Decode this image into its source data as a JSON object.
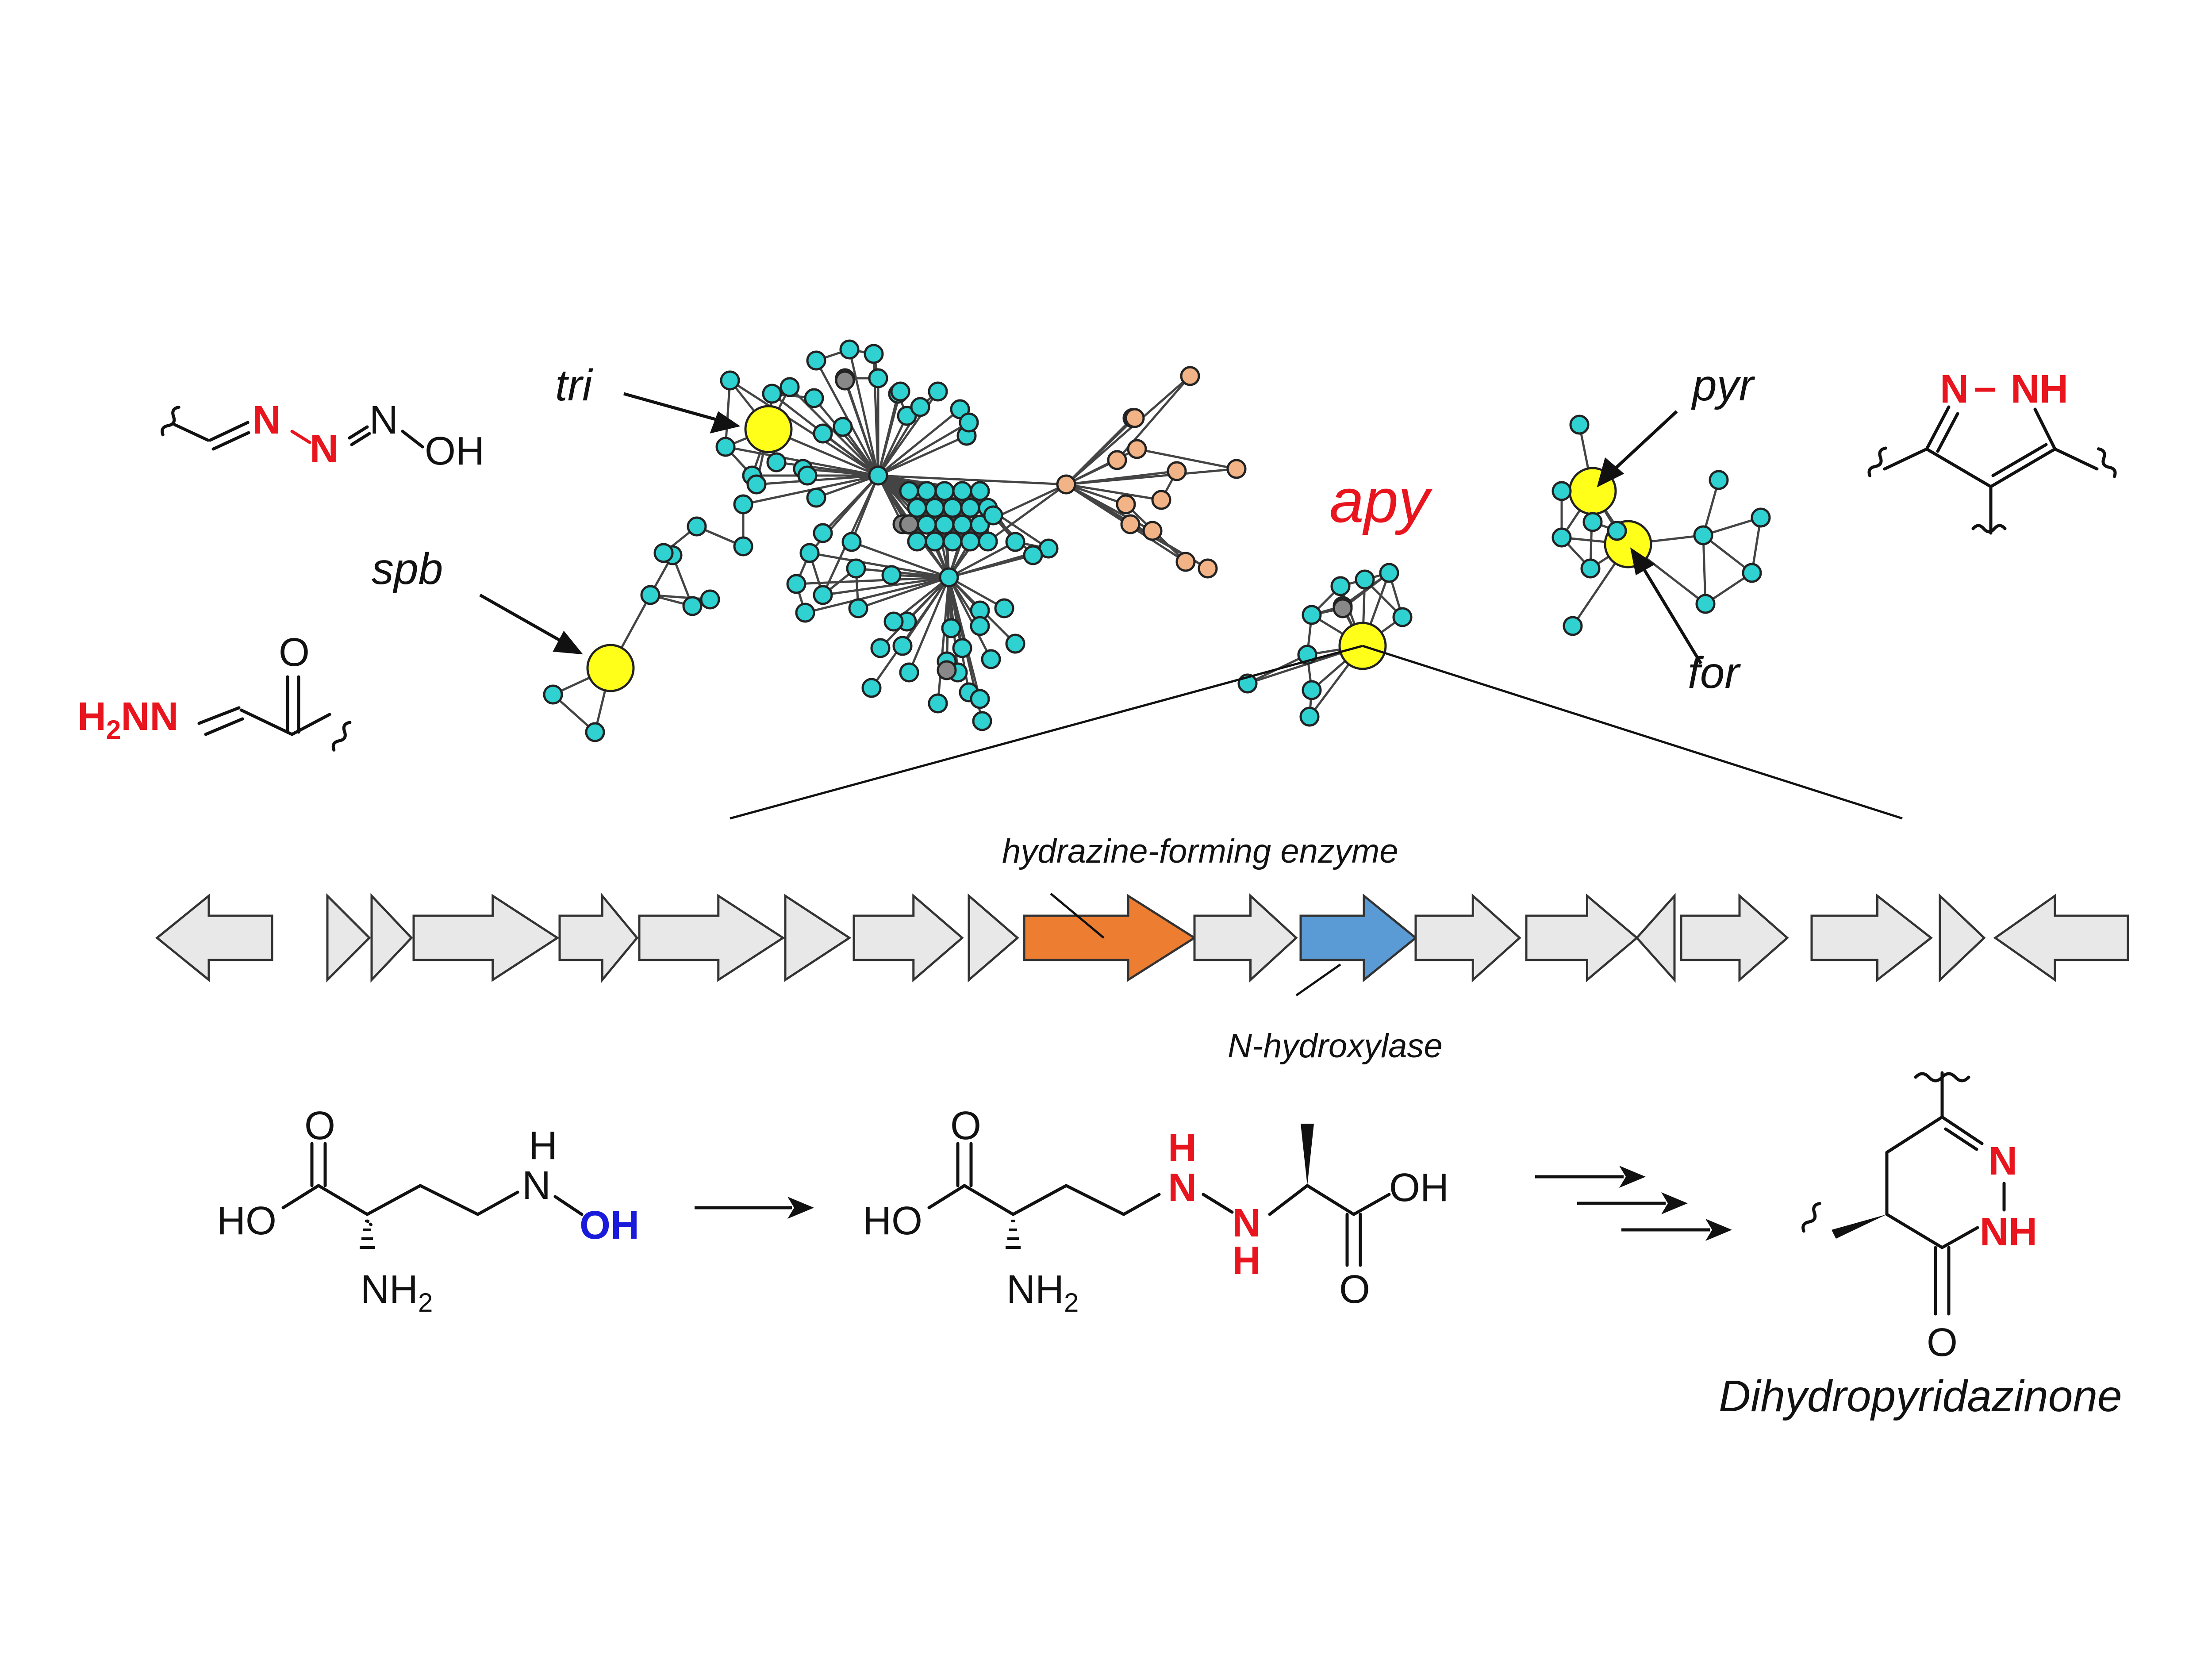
{
  "network": {
    "labels": {
      "tri": "tri",
      "spb": "spb",
      "apy": "apy",
      "pyr": "pyr",
      "for": "for"
    },
    "colors": {
      "node": "#2fd1d1",
      "highlight": "#ffff1a",
      "orange": "#f2b487",
      "grey": "#888888",
      "edge": "#444444",
      "apy_label": "#e8141e"
    }
  },
  "cluster": {
    "annotations": {
      "hydrazine_forming": "hydrazine-forming  enzyme",
      "n_hydroxylase": "N-hydroxylase"
    },
    "colors": {
      "default_gene": "#e8e8e8",
      "hydrazine_forming_gene": "#ed7d31",
      "n_hydroxylase_gene": "#5b9bd5"
    }
  },
  "structures": {
    "top_left": {
      "n1": "N",
      "n2": "N",
      "n3": "N",
      "oh": "OH"
    },
    "mid_left": {
      "h2nn": "H",
      "sub2": "2",
      "nn": "NN",
      "o": "O"
    },
    "pyrazole": {
      "n": "N",
      "dash": "–",
      "nh": "NH"
    },
    "substrate": {
      "o": "O",
      "ho": "HO",
      "nh2": "NH",
      "nh2_sub": "2",
      "h": "H",
      "n": "N",
      "oh": "OH"
    },
    "intermediate": {
      "o": "O",
      "ho": "HO",
      "nh2": "NH",
      "nh2_sub": "2",
      "n_top_h": "H",
      "n_top": "N",
      "n_bot": "N",
      "n_bot_h": "H",
      "cooh_oh": "OH",
      "cooh_o": "O"
    },
    "product": {
      "n": "N",
      "nh": "NH",
      "o": "O",
      "name": "Dihydropyridazinone"
    }
  }
}
